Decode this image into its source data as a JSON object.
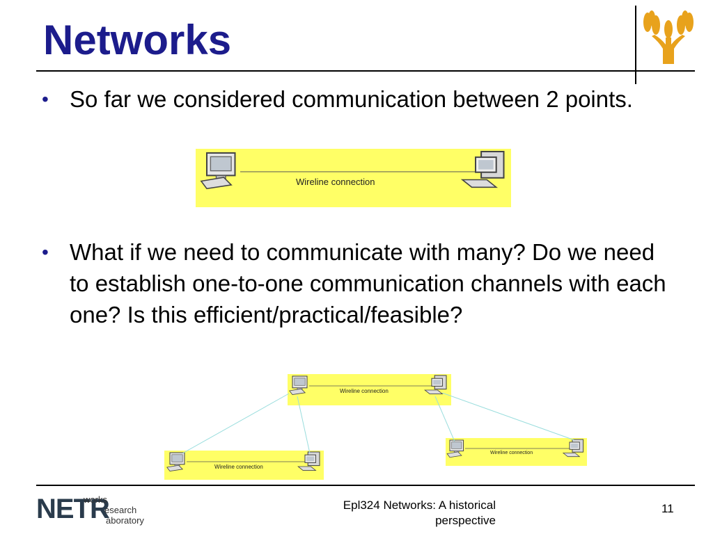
{
  "slide": {
    "title": "Networks",
    "bullets": [
      "So far we considered communication between 2 points.",
      "What if we need to communicate with many? Do we need to establish one-to-one communication channels with each one? Is this efficient/practical/feasible?"
    ]
  },
  "diagram": {
    "connection_label": "Wireline connection"
  },
  "footer": {
    "logo_main": "NETR",
    "logo_works": "works",
    "logo_esearch": "esearch",
    "logo_laboratory": "aboratory",
    "center_text": "Epl324 Networks: A historical perspective",
    "page_number": "11"
  },
  "colors": {
    "title": "#1c1c8c",
    "highlight": "#ffff66",
    "link_lines": "#99dddd",
    "logo_gold": "#e8a21c"
  }
}
